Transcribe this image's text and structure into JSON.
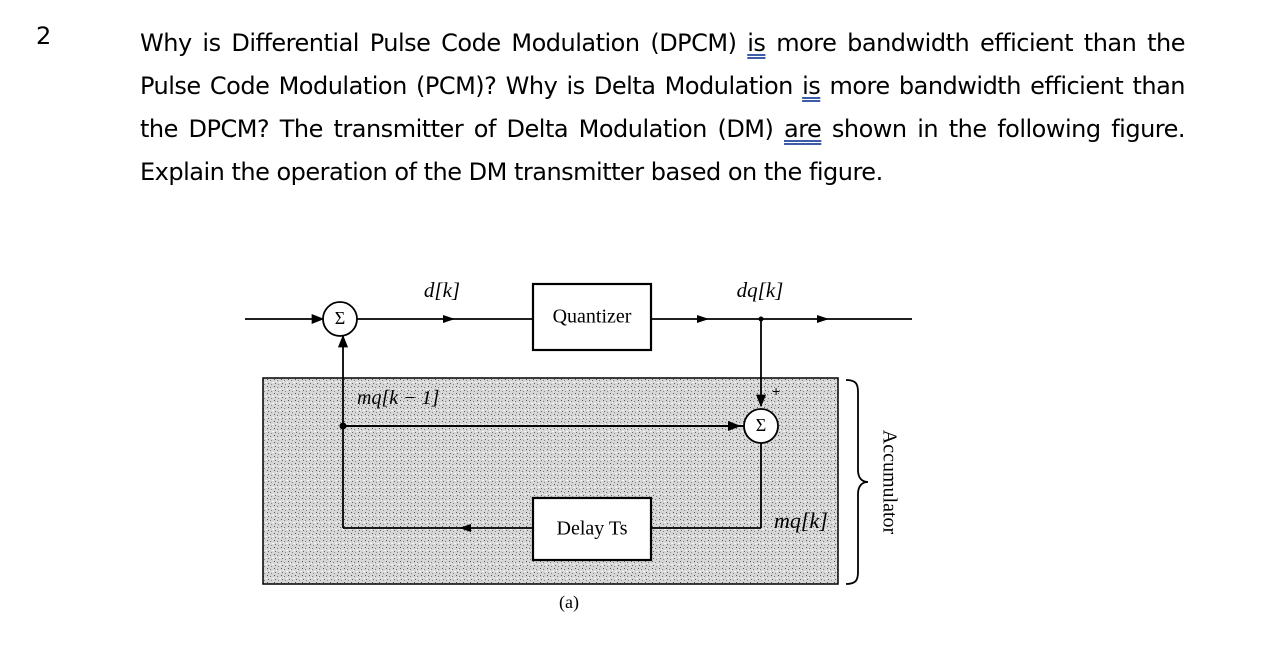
{
  "question": {
    "number": "2",
    "parts": [
      {
        "text": "Why is Differential Pulse Code Modulation (DPCM) ",
        "underline": false
      },
      {
        "text": "is",
        "underline": true
      },
      {
        "text": " more bandwidth efficient than the Pulse Code Modulation (PCM)? Why is Delta Modulation ",
        "underline": false
      },
      {
        "text": "is",
        "underline": true
      },
      {
        "text": " more bandwidth efficient than the DPCM? The transmitter of Delta Modulation (DM) ",
        "underline": false
      },
      {
        "text": "are",
        "underline": true
      },
      {
        "text": " shown in the following figure. Explain the operation of the DM transmitter based on the figure.",
        "underline": false
      }
    ]
  },
  "figure": {
    "sum_symbol": "Σ",
    "quantizer_label": "Quantizer",
    "delay_label": "Delay Ts",
    "accumulator_label": "Accumulator",
    "signal_d": "d[k]",
    "signal_dq": "dq[k]",
    "signal_mq_prev": "mq[k − 1]",
    "signal_mq": "mq[k]",
    "sign_plus": "+",
    "caption": "(a)"
  }
}
